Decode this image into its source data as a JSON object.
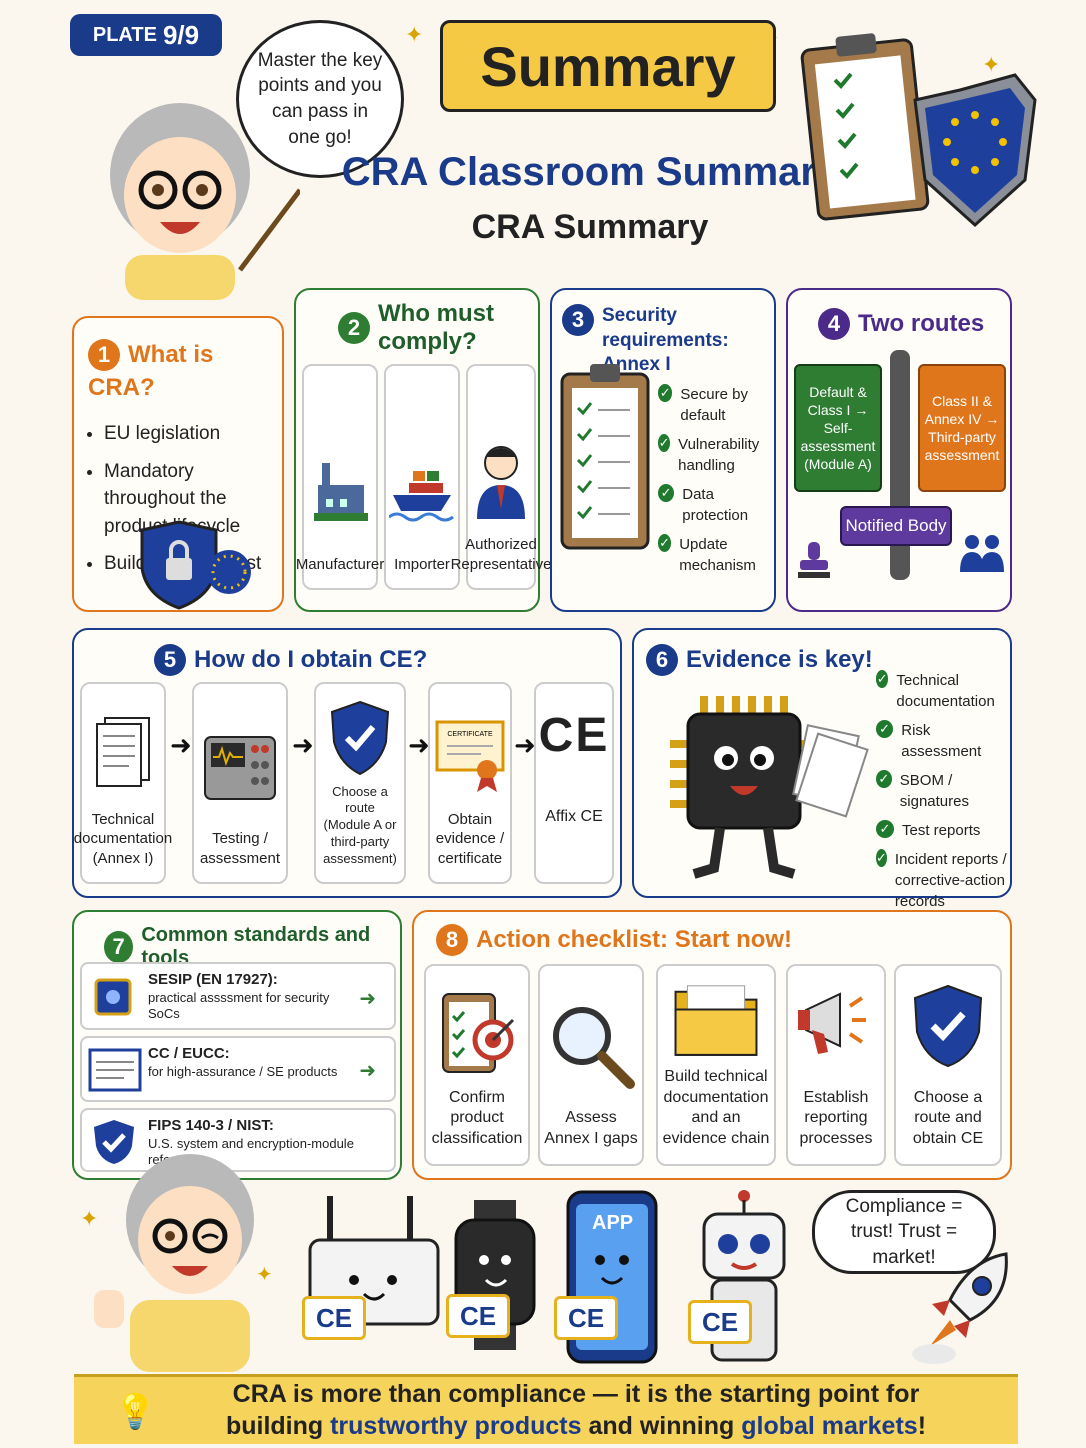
{
  "plate": {
    "label": "PLATE",
    "number": "9/9"
  },
  "speech_top": "Master the key points and you can pass in one go!",
  "banner": "Summary",
  "title_main": "CRA Classroom Summary",
  "title_sub": "CRA Summary",
  "s1": {
    "num": "1",
    "title": "What is CRA?",
    "items": [
      "EU legislation",
      "Mandatory throughout the product lifecycle",
      "Builds market trust"
    ]
  },
  "s2": {
    "num": "2",
    "title": "Who must comply?",
    "cards": [
      "Manufacturer",
      "Importer",
      "Authorized Representative"
    ]
  },
  "s3": {
    "num": "3",
    "title": "Security requirements: Annex I",
    "items": [
      "Secure by default",
      "Vulnerability handling",
      "Data protection",
      "Update mechanism"
    ]
  },
  "s4": {
    "num": "4",
    "title": "Two routes",
    "left": "Default & Class I → Self-assessment (Module A)",
    "right": "Class II & Annex IV → Third-party assessment",
    "body": "Notified Body"
  },
  "s5": {
    "num": "5",
    "title": "How do I obtain CE?",
    "steps": [
      "Technical documentation (Annex I)",
      "Testing / assessment",
      "Choose a route (Module A or third-party assessment)",
      "Obtain evidence / certificate",
      "Affix CE"
    ],
    "ce": "CE"
  },
  "s6": {
    "num": "6",
    "title": "Evidence is key!",
    "items": [
      "Technical documentation",
      "Risk assessment",
      "SBOM / signatures",
      "Test reports",
      "Incident reports / corrective-action records"
    ]
  },
  "s7": {
    "num": "7",
    "title": "Common standards and tools",
    "rows": [
      {
        "head": "SESIP (EN 17927):",
        "text": "practical assssment for security SoCs"
      },
      {
        "head": "CC / EUCC:",
        "text": "for high-assurance / SE products"
      },
      {
        "head": "FIPS 140-3 / NIST:",
        "text": "U.S. system and encryption-module reference"
      }
    ]
  },
  "s8": {
    "num": "8",
    "title": "Action checklist: Start now!",
    "cards": [
      "Confirm product classification",
      "Assess Annex I gaps",
      "Build technical documentation and an evidence chain",
      "Establish reporting processes",
      "Choose a route and obtain CE"
    ]
  },
  "speech_bottom": "Compliance = trust! Trust = market!",
  "device_app": "APP",
  "badge": "CE",
  "bottom_line1": "CRA is more than compliance — it is the starting point for",
  "bottom_pre": "building ",
  "bottom_hl1": "trustworthy products",
  "bottom_mid": " and winning ",
  "bottom_hl2": "global markets",
  "bottom_end": "!",
  "colors": {
    "orange": "#e0761c",
    "green": "#2e7d32",
    "blue": "#1a3a8a",
    "purple": "#4b2a8a",
    "dark_green": "#1f5e2a"
  }
}
